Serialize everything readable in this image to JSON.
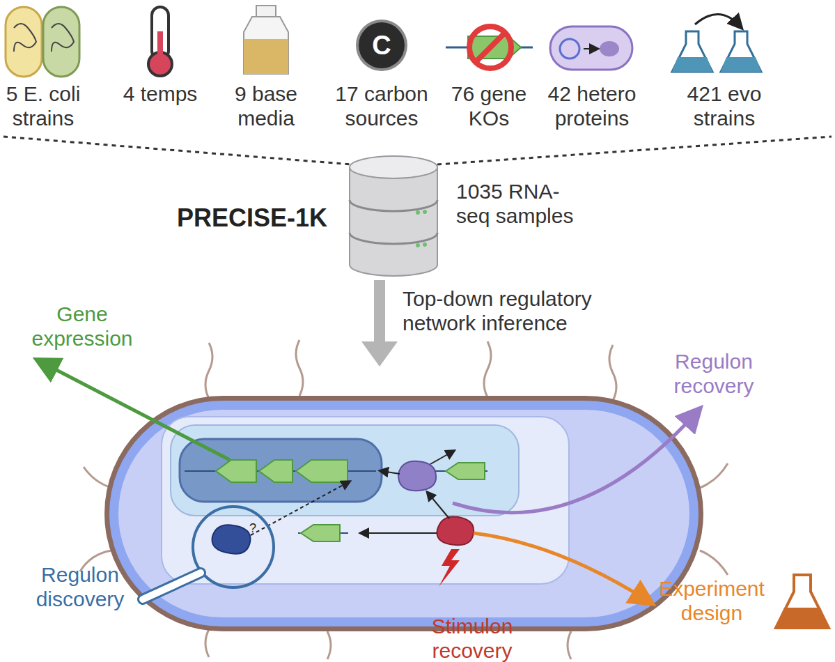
{
  "diagram": {
    "title": "PRECISE-1K",
    "nodes": [
      {
        "text": [
          "C"
        ]
      }
    ],
    "edges": [],
    "labels": [
      "5 E. coli strains",
      "4 temps",
      "9 base media",
      "17 carbon sources",
      "76 gene KOs",
      "42 hetero proteins",
      "421 evo strains",
      "1035 RNA-seq samples",
      "Top-down regulatory network inference",
      "Gene expression",
      "Regulon recovery",
      "?",
      "Regulon discovery",
      "Experiment design",
      "Stimulon recovery"
    ]
  }
}
